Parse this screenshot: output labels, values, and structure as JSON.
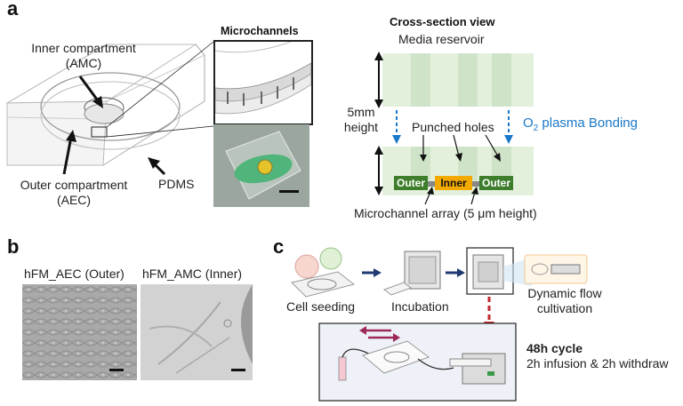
{
  "panel_a": {
    "letter": "a",
    "inner_compartment": "Inner compartment",
    "inner_abbrev": "(AMC)",
    "outer_compartment": "Outer compartment",
    "outer_abbrev": "(AEC)",
    "pdms": "PDMS",
    "microchannels_title": "Microchannels",
    "cross_section_title": "Cross-section view",
    "media_reservoir": "Media reservoir",
    "height_value": "5mm",
    "height_word": "height",
    "o2_prefix": "O",
    "o2_sub": "2",
    "o2_suffix": " plasma Bonding",
    "punched_holes": "Punched holes",
    "outer_left": "Outer",
    "inner": "Inner",
    "outer_right": "Outer",
    "microchannel_array": "Microchannel array (5 μm height)"
  },
  "panel_b": {
    "letter": "b",
    "left_title": "hFM_AEC (Outer)",
    "right_title": "hFM_AMC (Inner)"
  },
  "panel_c": {
    "letter": "c",
    "cell_seeding": "Cell seeding",
    "incubation": "Incubation",
    "dynamic_flow_1": "Dynamic flow",
    "dynamic_flow_2": "cultivation",
    "cycle_title": "48h cycle",
    "cycle_detail": "2h infusion & 2h withdraw"
  },
  "colors": {
    "reservoir_green": "#d8ecd1",
    "outer_green": "#3e7d2c",
    "inner_orange": "#f2a900",
    "bonding_blue": "#1b78c9",
    "arrow_navy": "#1f3a73",
    "arrow_red": "#c0282d"
  }
}
